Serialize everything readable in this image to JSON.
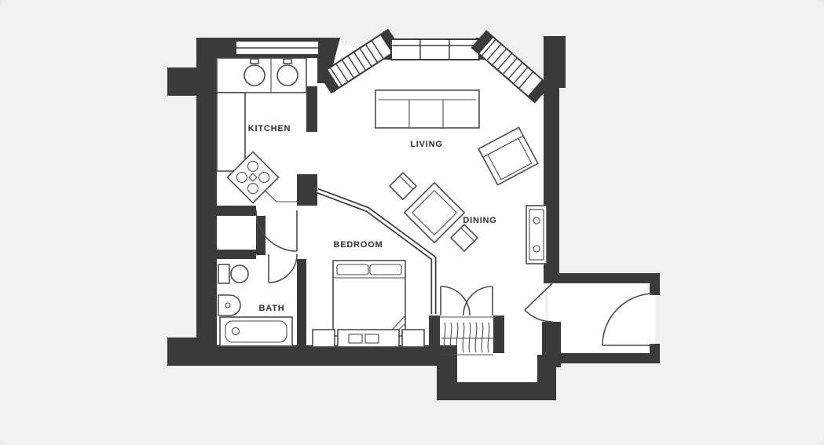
{
  "floorplan": {
    "rooms": [
      {
        "id": "kitchen",
        "label": "KITCHEN"
      },
      {
        "id": "living",
        "label": "LIVING"
      },
      {
        "id": "dining",
        "label": "DINING"
      },
      {
        "id": "bedroom",
        "label": "BEDROOM"
      },
      {
        "id": "bath",
        "label": "BATH"
      }
    ],
    "colors": {
      "background": "#f1f1f2",
      "wall": "#3a3a3a",
      "fixture_line": "#4c4c4c",
      "floor": "#ffffff",
      "label_text": "#2e2e2e"
    }
  }
}
